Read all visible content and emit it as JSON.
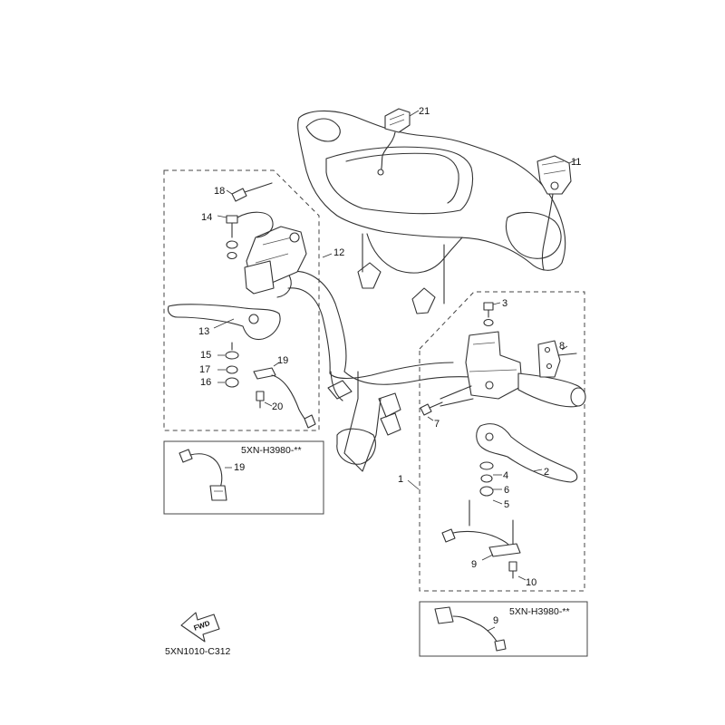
{
  "callouts": {
    "c1": "1",
    "c2": "2",
    "c3": "3",
    "c4": "4",
    "c5": "5",
    "c6": "6",
    "c7": "7",
    "c8": "8",
    "c9": "9",
    "c9b": "9",
    "c10": "10",
    "c11": "11",
    "c12": "12",
    "c13": "13",
    "c14": "14",
    "c15": "15",
    "c16": "16",
    "c17": "17",
    "c18": "18",
    "c19": "19",
    "c19b": "19",
    "c20": "20",
    "c21": "21"
  },
  "inset_left": {
    "code": "5XN-H3980-**"
  },
  "inset_right": {
    "code": "5XN-H3980-**"
  },
  "fwd_arrow": {
    "label": "FWD"
  },
  "diagram_code": "5XN1010-C312"
}
